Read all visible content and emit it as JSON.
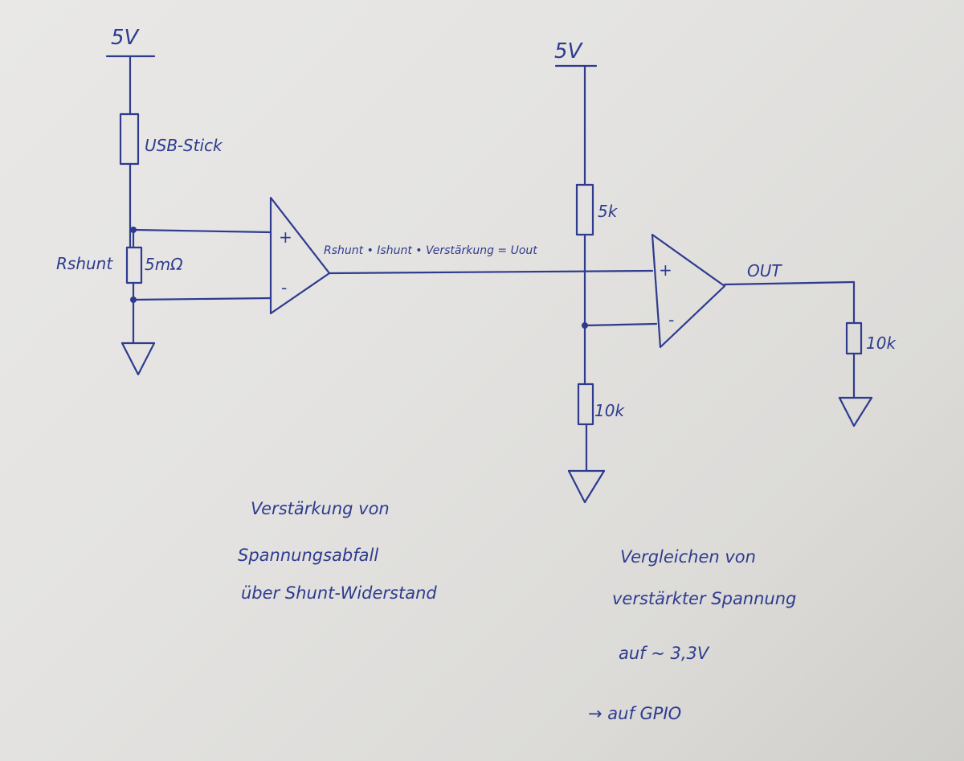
{
  "supplies": {
    "left": "5V",
    "right": "5V"
  },
  "components": {
    "load": "USB-Stick",
    "shunt_name": "Rshunt",
    "shunt_value": "5mΩ",
    "r_top": "5k",
    "r_bottom": "10k",
    "r_out": "10k"
  },
  "opamp_signs": {
    "plus": "+",
    "minus": "-"
  },
  "signals": {
    "equation": "Rshunt • Ishunt • Verstärkung = Uout",
    "out": "OUT"
  },
  "notes": {
    "left": [
      "Verstärkung von",
      "Spannungsabfall",
      "über Shunt-Widerstand"
    ],
    "right": [
      "Vergleichen von",
      "verstärkter Spannung",
      "auf ~ 3,3V",
      "→ auf GPIO"
    ]
  }
}
